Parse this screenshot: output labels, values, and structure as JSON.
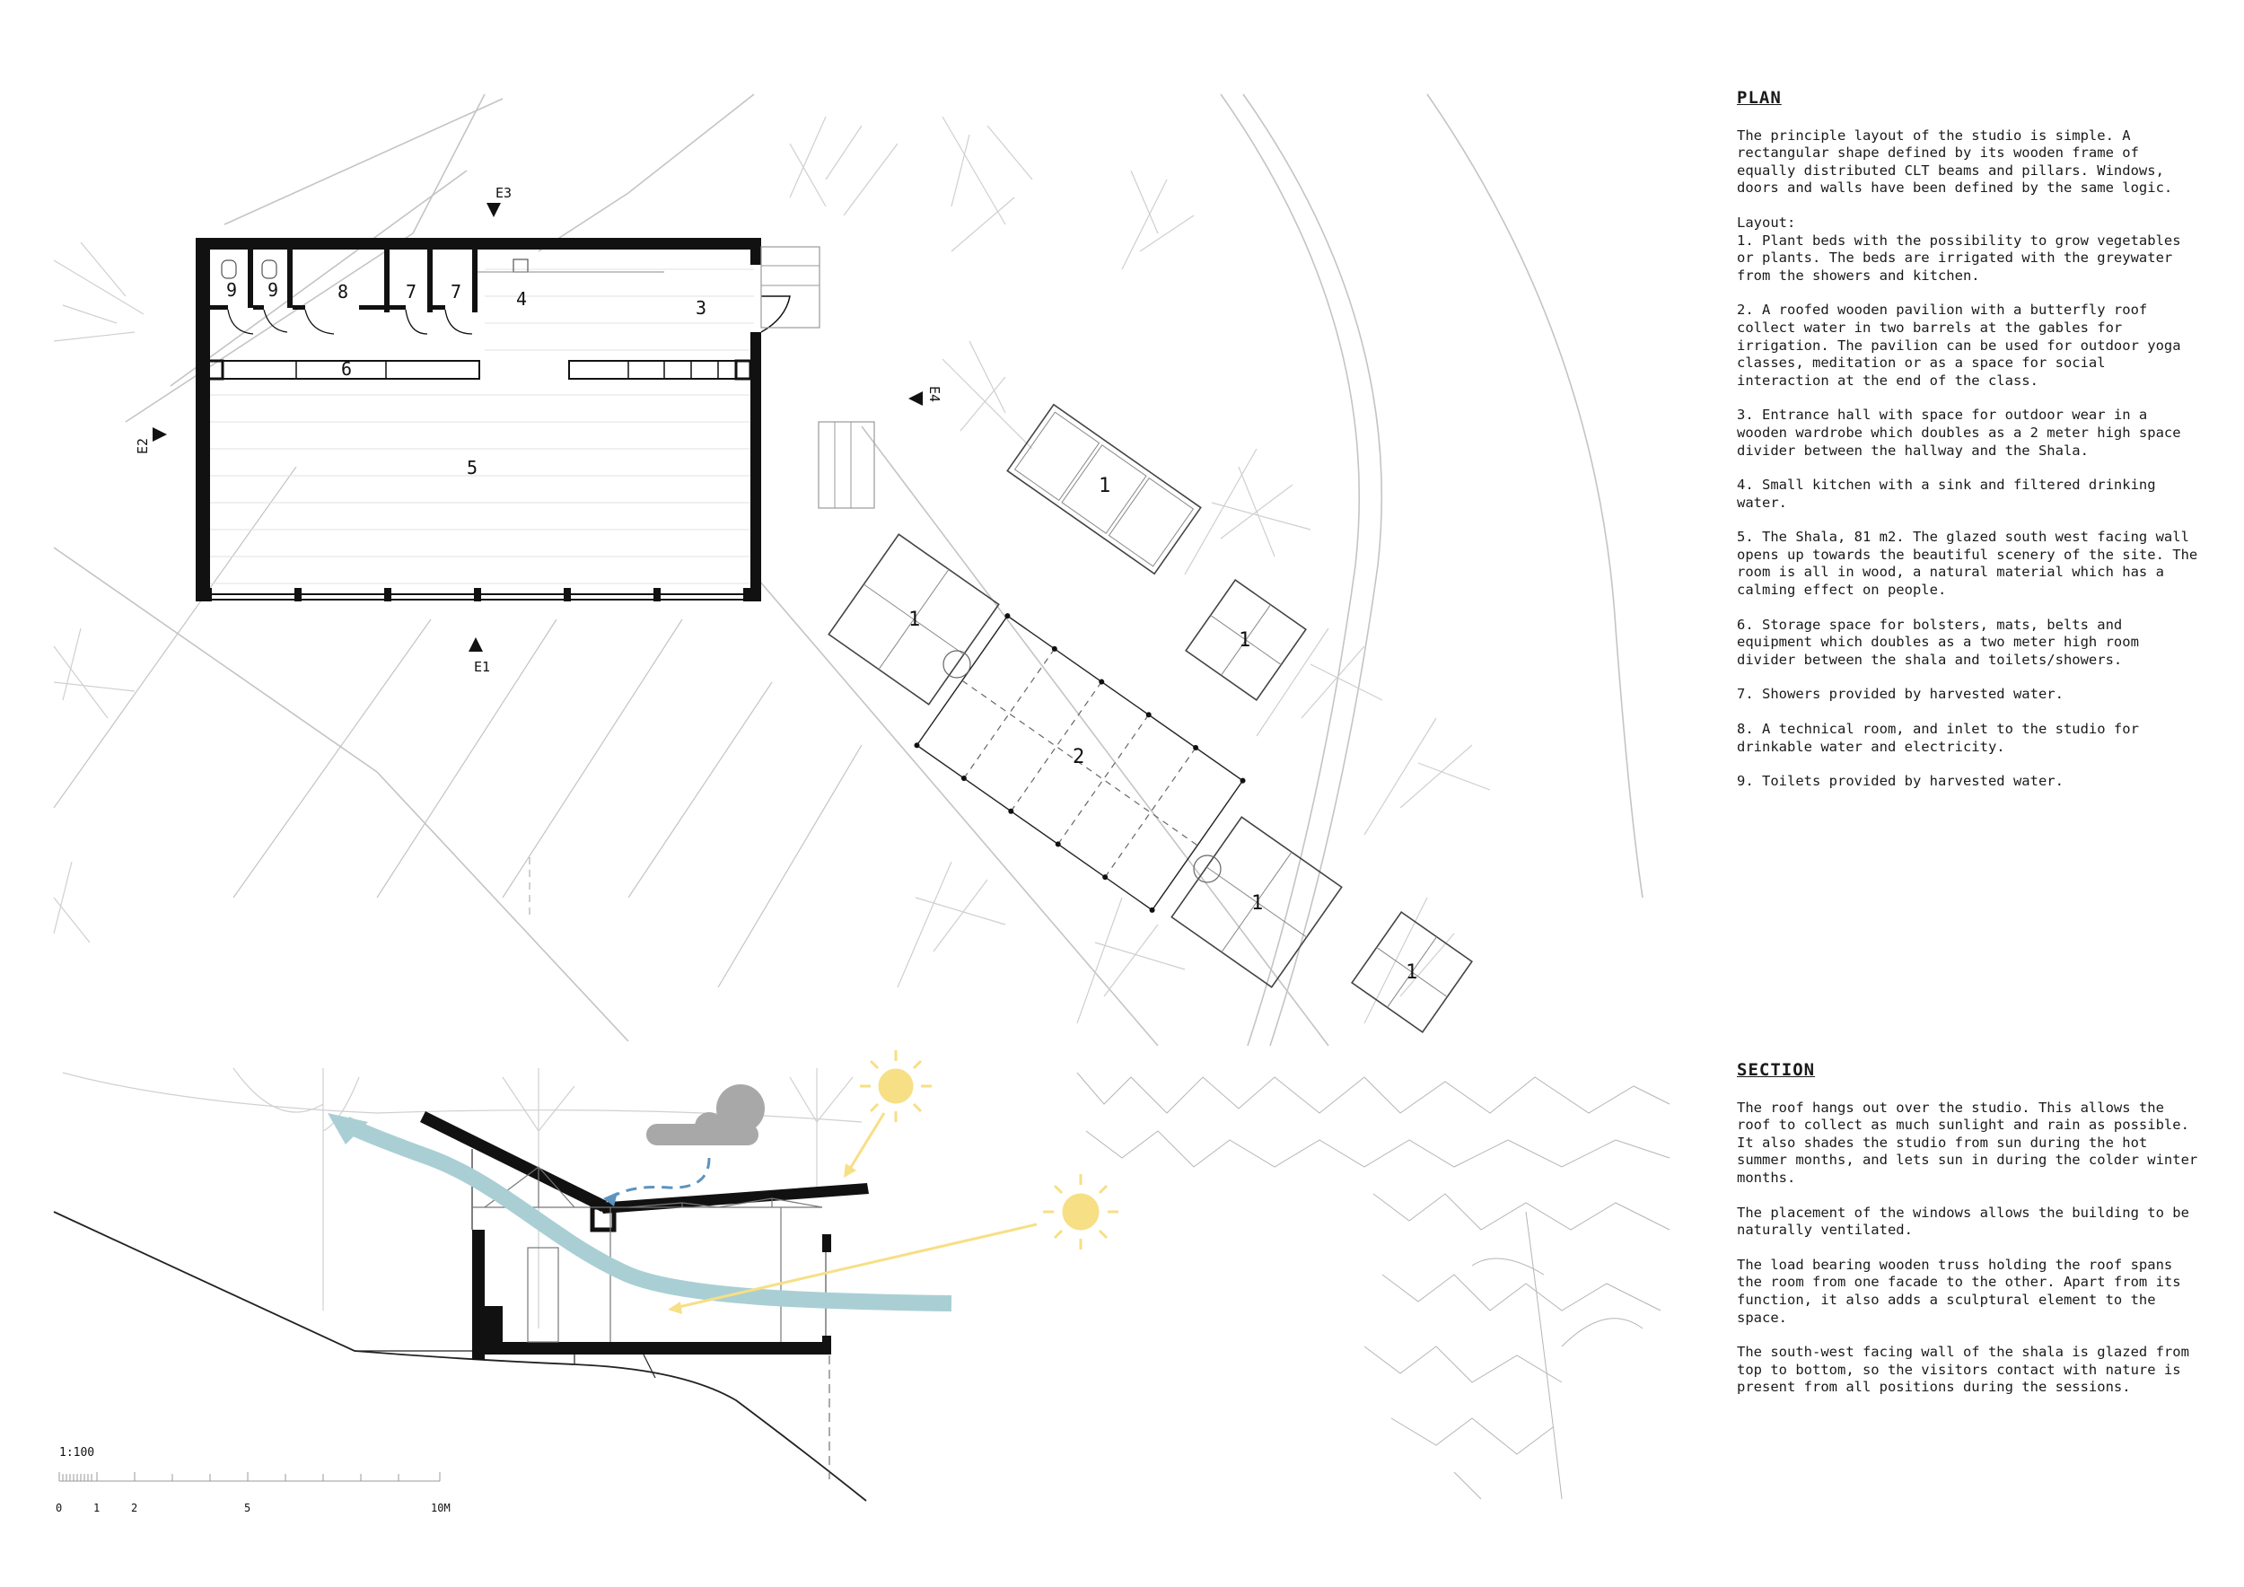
{
  "plan_panel": {
    "heading": "PLAN",
    "intro": "The principle layout of the studio is simple. A rectangular shape defined by its wooden frame of equally distributed CLT beams and pillars. Windows, doors and walls have been defined by the same logic.",
    "layout_label": "Layout:",
    "items": [
      "1. Plant beds with the possibility to grow vegetables or plants. The beds are irrigated with the greywater from the showers and kitchen.",
      "2. A roofed wooden pavilion with a butterfly roof collect water in two barrels at the gables for irrigation. The pavilion can be used for outdoor yoga classes, meditation or as a space for social interaction at the end of the class.",
      "3. Entrance hall with space for outdoor wear in a wooden wardrobe which doubles as a 2 meter high space divider between the hallway and the Shala.",
      "4. Small kitchen with a sink and filtered drinking water.",
      "5. The Shala, 81 m2. The glazed south west facing wall opens up towards the beautiful scenery of the site. The room is all in wood, a natural material which has a calming effect on people.",
      "6. Storage space for bolsters, mats, belts and equipment which doubles as a two meter high room divider between the shala and toilets/showers.",
      "7. Showers provided by harvested water.",
      "8. A technical room, and inlet to the studio for drinkable water and electricity.",
      "9. Toilets provided by harvested water."
    ]
  },
  "section_panel": {
    "heading": "SECTION",
    "paragraphs": [
      "The roof hangs out over the studio. This allows the roof to collect as much sunlight and rain as possible. It also shades the studio from sun during the hot summer months, and lets sun in during the colder winter months.",
      "The placement of the windows allows the building to be naturally ventilated.",
      "The load bearing wooden truss holding the roof spans the room from one facade to the other. Apart from its function, it also adds a sculptural element to the space.",
      "The south-west facing wall of the shala is glazed from top to bottom, so the visitors contact with nature is present from all positions during the sessions."
    ]
  },
  "plan_drawing": {
    "room_numbers": {
      "toilet_a": "9",
      "toilet_b": "9",
      "technical": "8",
      "shower_a": "7",
      "shower_b": "7",
      "kitchen": "4",
      "entrance": "3",
      "storage": "6",
      "shala": "5"
    },
    "elevation_markers": {
      "e1": "E1",
      "e2": "E2",
      "e3": "E3",
      "e4": "E4"
    },
    "site_labels": {
      "bed": "1",
      "pavilion": "2"
    }
  },
  "scale_bar": {
    "ratio": "1:100",
    "ticks": [
      "0",
      "1",
      "2",
      "5",
      "10M"
    ]
  },
  "colors": {
    "line": "#111111",
    "site_line": "#bdbdbd",
    "airflow": "#a9cfd4",
    "sun": "#f7df85",
    "cloud": "#a8a8a8",
    "rain": "#5c93bf"
  }
}
